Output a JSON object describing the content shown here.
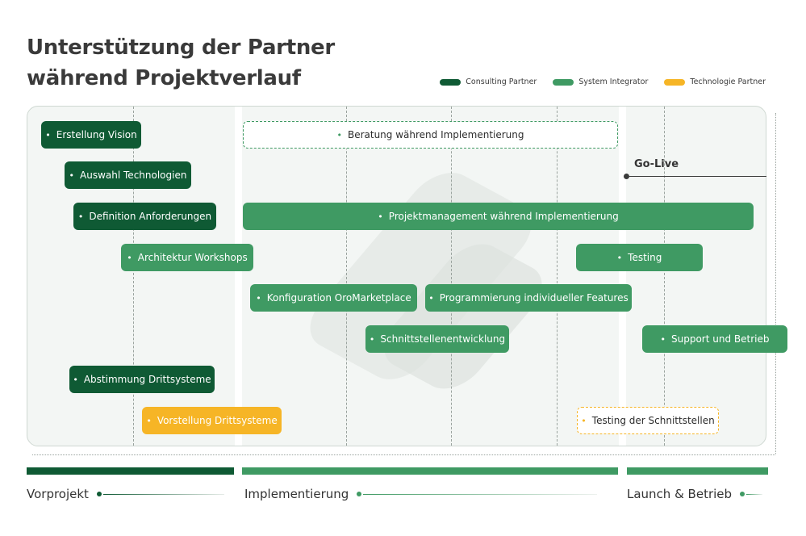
{
  "title": {
    "line1": "Unterstützung der Partner",
    "line2": "während Projektverlauf"
  },
  "legend": [
    {
      "label": "Consulting Partner",
      "color": "#0f5a34"
    },
    {
      "label": "System Integrator",
      "color": "#3f9a63"
    },
    {
      "label": "Technologie Partner",
      "color": "#f6b526"
    }
  ],
  "tasks": {
    "erstellung_vision": "Erstellung Vision",
    "beratung": "Beratung während Implementierung",
    "auswahl_technologien": "Auswahl Technologien",
    "definition_anforderungen": "Definition Anforderungen",
    "projektmanagement": "Projektmanagement während Implementierung",
    "architektur_workshops": "Architektur Workshops",
    "testing": "Testing",
    "konfiguration": "Konfiguration OroMarketplace",
    "programmierung": "Programmierung individueller Features",
    "schnittstellenentwicklung": "Schnittstellenentwicklung",
    "support_betrieb": "Support und Betrieb",
    "abstimmung_drittsysteme": "Abstimmung Drittsysteme",
    "vorstellung_drittsysteme": "Vorstellung Drittsysteme",
    "testing_schnittstellen": "Testing der Schnittstellen"
  },
  "milestone": {
    "label": "Go-Live"
  },
  "phases": [
    {
      "label": "Vorprojekt",
      "color": "#0f5a34"
    },
    {
      "label": "Implementierung",
      "color": "#3f9a63"
    },
    {
      "label": "Launch & Betrieb",
      "color": "#3f9a63"
    }
  ]
}
